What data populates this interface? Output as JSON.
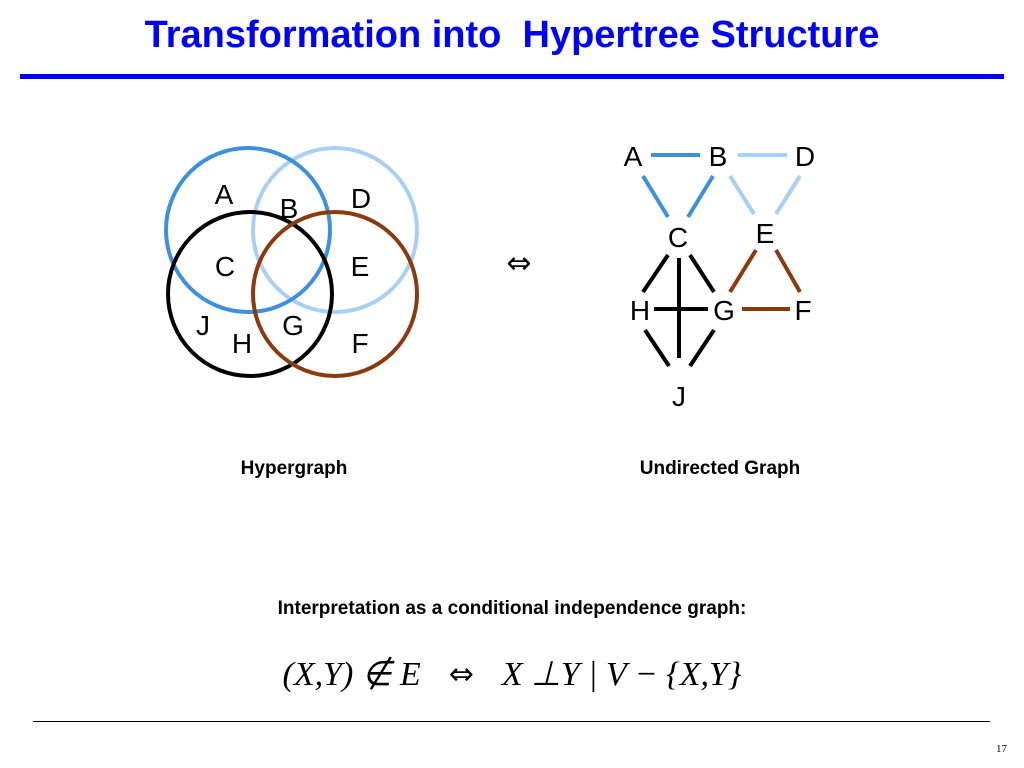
{
  "slide": {
    "title": "Transformation into  Hypertree Structure",
    "page_number": "17"
  },
  "colors": {
    "title": "#0000ff",
    "rule": "#0000ff",
    "hyperedge_dark_blue": "#3d8fe0",
    "hyperedge_light_blue": "#a8d0f4",
    "hyperedge_black": "#000000",
    "hyperedge_brown": "#8b3a10"
  },
  "hypergraph": {
    "caption": "Hypergraph",
    "labels": {
      "A": "A",
      "B": "B",
      "C": "C",
      "D": "D",
      "E": "E",
      "F": "F",
      "G": "G",
      "H": "H",
      "J": "J"
    }
  },
  "equivalence_symbol": "⇔",
  "undirected_graph": {
    "caption": "Undirected Graph",
    "nodes": {
      "A": "A",
      "B": "B",
      "C": "C",
      "D": "D",
      "E": "E",
      "F": "F",
      "G": "G",
      "H": "H",
      "J": "J"
    }
  },
  "interpretation": {
    "text": "Interpretation as a conditional independence graph:",
    "formula_lhs": "(X,Y) ∉ E",
    "formula_equiv": "⇔",
    "formula_rhs": "X ⊥Y | V − {X,Y}"
  }
}
